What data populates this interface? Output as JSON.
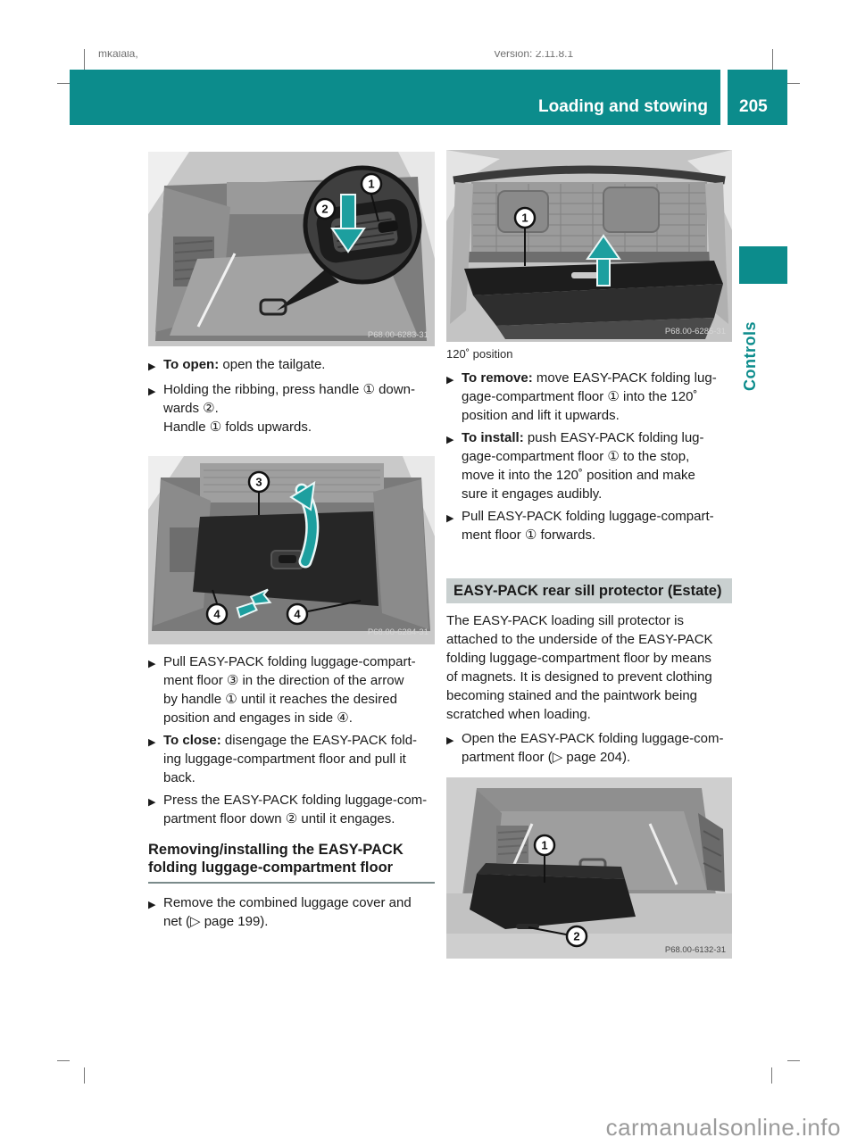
{
  "meta": {
    "left": "mkalala,",
    "right": "Version: 2.11.8.1"
  },
  "header": {
    "title": "Loading and stowing",
    "page_number": "205"
  },
  "side_tab": {
    "label": "Controls"
  },
  "watermark": "carmanualsonline.info",
  "colors": {
    "teal": "#0c8c8c",
    "arrow_teal": "#1d9f9f",
    "heading_box_bg": "#c9d0d0",
    "rule": "#7a8a8a"
  },
  "left_column": {
    "bullets_open": [
      {
        "lead": "To open:",
        "text": " open the tailgate."
      },
      {
        "lead": "",
        "text": "Holding the ribbing, press handle ① down-\nwards ②.\nHandle ① folds upwards."
      }
    ],
    "bullets_pull": [
      {
        "lead": "",
        "text": "Pull EASY-PACK folding luggage-compart-\nment floor ③ in the direction of the arrow\nby handle ① until it reaches the desired\nposition and engages in side ④."
      },
      {
        "lead": "To close:",
        "text": " disengage the EASY-PACK fold-\ning luggage-compartment floor and pull it\nback."
      },
      {
        "lead": "",
        "text": "Press the EASY-PACK folding luggage-com-\npartment floor down ② until it engages."
      }
    ],
    "heading": "Removing/installing the EASY-PACK\nfolding luggage-compartment floor",
    "bullets_remove": [
      {
        "lead": "",
        "text": "Remove the combined luggage cover and\nnet (▷ page 199)."
      }
    ]
  },
  "right_column": {
    "caption": "120˚ position",
    "bullets_remove_install": [
      {
        "lead": "To remove:",
        "text": " move EASY-PACK folding lug-\ngage-compartment floor ① into the 120˚\nposition and lift it upwards."
      },
      {
        "lead": "To install:",
        "text": " push EASY-PACK folding lug-\ngage-compartment floor ① to the stop,\nmove it into the 120˚ position and make\nsure it engages audibly."
      },
      {
        "lead": "",
        "text": "Pull EASY-PACK folding luggage-compart-\nment floor ① forwards."
      }
    ],
    "section_heading": "EASY-PACK rear sill protector (Estate)",
    "paragraph": "The EASY-PACK loading sill protector is\nattached to the underside of the EASY-PACK\nfolding luggage-compartment floor by means\nof magnets. It is designed to prevent clothing\nbecoming stained and the paintwork being\nscratched when loading.",
    "bullets_open_floor": [
      {
        "lead": "",
        "text": "Open the EASY-PACK folding luggage-com-\npartment floor (▷ page 204)."
      }
    ]
  },
  "figures": {
    "fig1": {
      "code": "P68.00-6283-31",
      "callout_1": "1",
      "callout_2": "2"
    },
    "fig2": {
      "code": "P68.00-6284-31",
      "callout_3": "3",
      "callout_4a": "4",
      "callout_4b": "4"
    },
    "fig3": {
      "code": "P68.00-6285-31",
      "callout_1": "1"
    },
    "fig4": {
      "code": "P68.00-6132-31",
      "callout_1": "1",
      "callout_2": "2"
    }
  }
}
